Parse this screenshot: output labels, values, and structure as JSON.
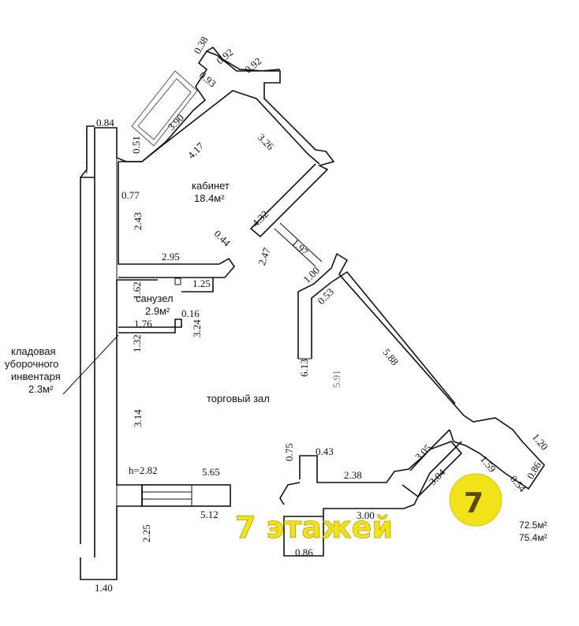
{
  "rooms": {
    "office_label": "кабинет",
    "office_area": "18.4м²",
    "bathroom_label": "санузел",
    "bathroom_area": "2.9м²",
    "storage_line1": "кладовая",
    "storage_line2": "уборочного",
    "storage_line3": "инвентаря",
    "storage_area": "2.3м²",
    "hall_label": "торговый зал"
  },
  "totals": {
    "area_1": "72.5м²",
    "area_2": "75.4м²"
  },
  "ceiling_height": "h=2.82",
  "dimensions": {
    "d038": "0.38",
    "d092a": "0.92",
    "d092b": "0.92",
    "d093": "0.93",
    "d390": "3.90",
    "d417": "4.17",
    "d326": "3.26",
    "d084": "0.84",
    "d051": "0.51",
    "d077": "0.77",
    "d243": "2.43",
    "d432": "4.32",
    "d295": "2.95",
    "d044": "0.44",
    "d247": "2.47",
    "d197": "1.97",
    "d100": "1.00",
    "d053": "0.53",
    "d125": "1.25",
    "d162": "1.62",
    "d016": "0.16",
    "d176": "1.76",
    "d324": "3.24",
    "d132": "1.32",
    "d588": "5.88",
    "d613": "6.13",
    "d591": "5.91",
    "d314": "3.14",
    "d305": "3.05",
    "d120": "1.20",
    "d159": "1.59",
    "d304": "3.04",
    "d054": "0.54",
    "d086a": "0.86",
    "d075": "0.75",
    "d043": "0.43",
    "d238": "2.38",
    "d565": "5.65",
    "d512": "5.12",
    "d300": "3.00",
    "d225": "2.25",
    "d086b": "0.86",
    "d140": "1.40"
  },
  "watermark": {
    "text": "7 этажей",
    "logo_digit": "7",
    "colors": {
      "yellow": "#f2e21a",
      "dark": "#5a4a00"
    }
  }
}
